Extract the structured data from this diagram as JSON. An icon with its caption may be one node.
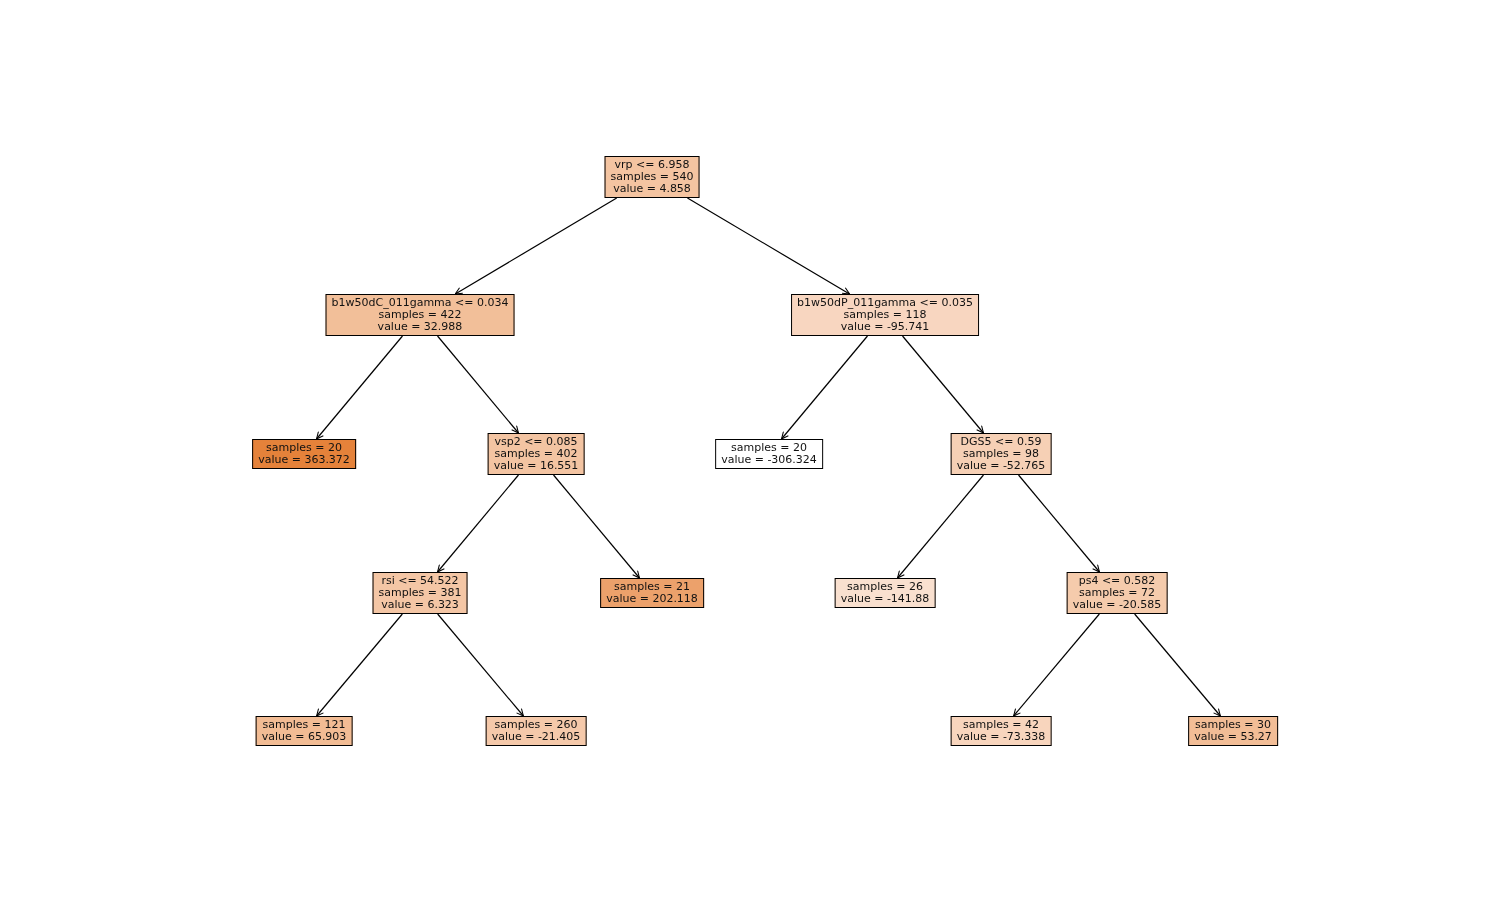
{
  "diagram": {
    "nodes": [
      {
        "text": [
          "vrp <= 6.958",
          "samples = 540",
          "value = 4.858"
        ]
      },
      {
        "text": [
          "b1w50dC_011gamma <= 0.034",
          "samples = 422",
          "value = 32.988"
        ]
      },
      {
        "text": [
          "b1w50dP_011gamma <= 0.035",
          "samples = 118",
          "value = -95.741"
        ]
      },
      {
        "text": [
          "samples = 20",
          "value = 363.372"
        ]
      },
      {
        "text": [
          "vsp2 <= 0.085",
          "samples = 402",
          "value = 16.551"
        ]
      },
      {
        "text": [
          "samples = 20",
          "value = -306.324"
        ]
      },
      {
        "text": [
          "DGS5 <= 0.59",
          "samples = 98",
          "value = -52.765"
        ]
      },
      {
        "text": [
          "rsi <= 54.522",
          "samples = 381",
          "value = 6.323"
        ]
      },
      {
        "text": [
          "samples = 21",
          "value = 202.118"
        ]
      },
      {
        "text": [
          "samples = 26",
          "value = -141.88"
        ]
      },
      {
        "text": [
          "ps4 <= 0.582",
          "samples = 72",
          "value = -20.585"
        ]
      },
      {
        "text": [
          "samples = 121",
          "value = 65.903"
        ]
      },
      {
        "text": [
          "samples = 260",
          "value = -21.405"
        ]
      },
      {
        "text": [
          "samples = 42",
          "value = -73.338"
        ]
      },
      {
        "text": [
          "samples = 30",
          "value = 53.27"
        ]
      }
    ],
    "edges": [
      {
        "from": 0,
        "to": 1,
        "arrow": "to"
      },
      {
        "from": 0,
        "to": 2,
        "arrow": "to"
      },
      {
        "from": 1,
        "to": 3,
        "arrow": "to"
      },
      {
        "from": 1,
        "to": 4,
        "arrow": "to"
      },
      {
        "from": 2,
        "to": 5,
        "arrow": "to"
      },
      {
        "from": 2,
        "to": 6,
        "arrow": "to"
      },
      {
        "from": 4,
        "to": 7,
        "arrow": "to"
      },
      {
        "from": 4,
        "to": 8,
        "arrow": "to"
      },
      {
        "from": 6,
        "to": 9,
        "arrow": "to"
      },
      {
        "from": 6,
        "to": 10,
        "arrow": "to"
      },
      {
        "from": 7,
        "to": 11,
        "arrow": "to"
      },
      {
        "from": 7,
        "to": 12,
        "arrow": "to"
      },
      {
        "from": 10,
        "to": 13,
        "arrow": "to"
      },
      {
        "from": 10,
        "to": 14,
        "arrow": "to"
      }
    ]
  }
}
